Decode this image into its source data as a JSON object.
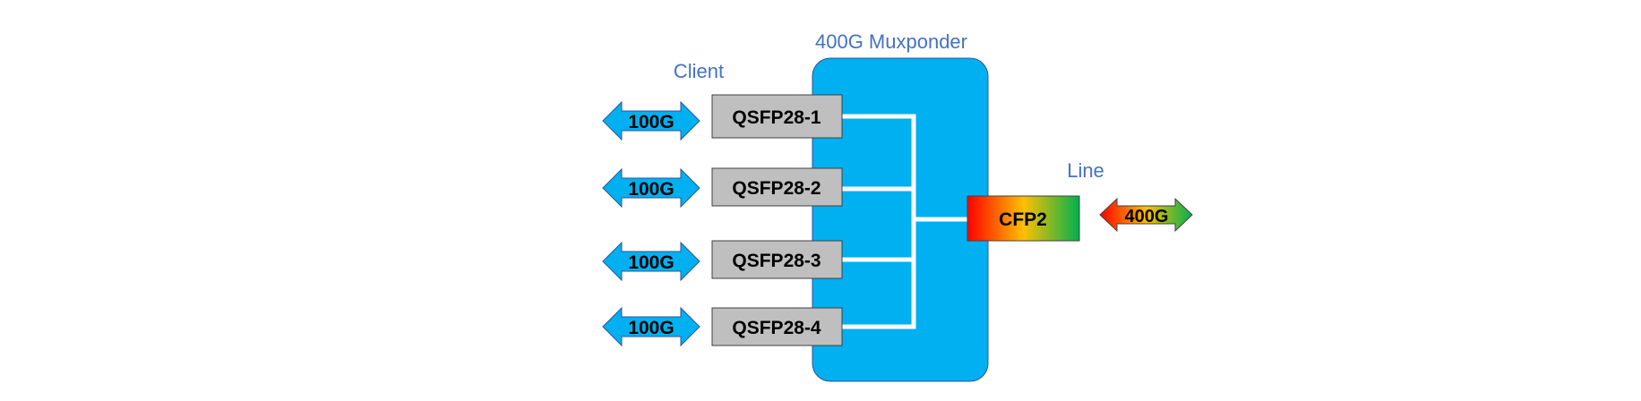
{
  "title": "400G Muxponder",
  "client_label": "Client",
  "line_label": "Line",
  "client_ports": [
    {
      "port": "QSFP28-1",
      "rate": "100G"
    },
    {
      "port": "QSFP28-2",
      "rate": "100G"
    },
    {
      "port": "QSFP28-3",
      "rate": "100G"
    },
    {
      "port": "QSFP28-4",
      "rate": "100G"
    }
  ],
  "line_port": {
    "port": "CFP2",
    "rate": "400G"
  },
  "colors": {
    "muxponder_fill": "#00b0f0",
    "client_arrow": "#00b0f0",
    "port_fill": "#bfbfbf",
    "label_text": "#4472c4",
    "gradient": [
      "#ff0000",
      "#ffc000",
      "#00b050"
    ]
  }
}
